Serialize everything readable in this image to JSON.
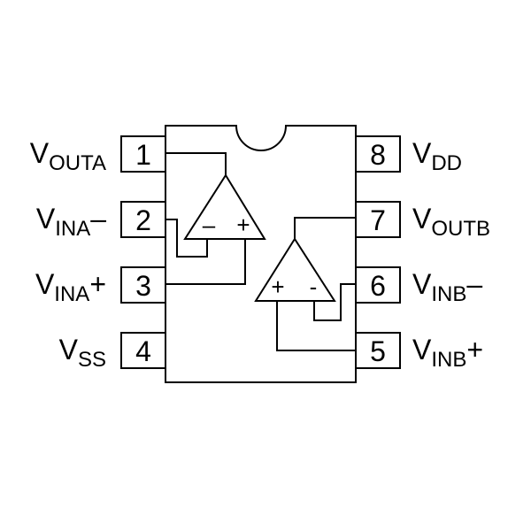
{
  "pins": [
    {
      "number": "1",
      "main": "V",
      "sub": "OUTA",
      "suffix": ""
    },
    {
      "number": "2",
      "main": "V",
      "sub": "INA",
      "suffix": "–"
    },
    {
      "number": "3",
      "main": "V",
      "sub": "INA",
      "suffix": "+"
    },
    {
      "number": "4",
      "main": "V",
      "sub": "SS",
      "suffix": ""
    },
    {
      "number": "5",
      "main": "V",
      "sub": "INB",
      "suffix": "+"
    },
    {
      "number": "6",
      "main": "V",
      "sub": "INB",
      "suffix": "–"
    },
    {
      "number": "7",
      "main": "V",
      "sub": "OUTB",
      "suffix": ""
    },
    {
      "number": "8",
      "main": "V",
      "sub": "DD",
      "suffix": ""
    }
  ],
  "opamp_a": {
    "minus": "–",
    "plus": "+"
  },
  "opamp_b": {
    "plus": "+",
    "minus": "-"
  }
}
